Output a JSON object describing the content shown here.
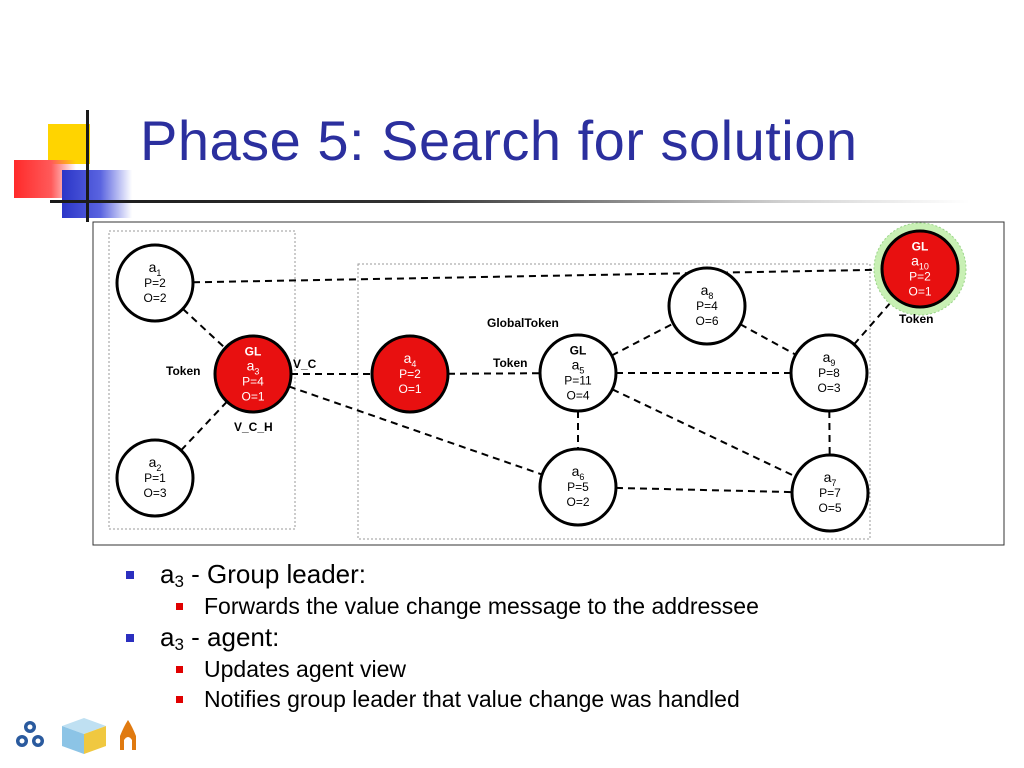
{
  "slide": {
    "title": "Phase 5: Search for solution"
  },
  "diagram": {
    "nodes": [
      {
        "id": "a1",
        "lines": [
          {
            "t": "a",
            "sub": "1"
          },
          {
            "t": "P=2"
          },
          {
            "t": "O=2"
          }
        ],
        "fill": "#ffffff"
      },
      {
        "id": "a2",
        "lines": [
          {
            "t": "a",
            "sub": "2"
          },
          {
            "t": "P=1"
          },
          {
            "t": "O=3"
          }
        ],
        "fill": "#ffffff"
      },
      {
        "id": "a3",
        "lines": [
          {
            "t": "GL",
            "bold": true
          },
          {
            "t": "a",
            "sub": "3"
          },
          {
            "t": "P=4"
          },
          {
            "t": "O=1"
          }
        ],
        "fill": "#e81010"
      },
      {
        "id": "a4",
        "lines": [
          {
            "t": "a",
            "sub": "4"
          },
          {
            "t": "P=2"
          },
          {
            "t": "O=1"
          }
        ],
        "fill": "#e81010"
      },
      {
        "id": "a5",
        "lines": [
          {
            "t": "GL",
            "bold": true
          },
          {
            "t": "a",
            "sub": "5"
          },
          {
            "t": "P=11"
          },
          {
            "t": "O=4"
          }
        ],
        "fill": "#ffffff"
      },
      {
        "id": "a6",
        "lines": [
          {
            "t": "a",
            "sub": "6"
          },
          {
            "t": "P=5"
          },
          {
            "t": "O=2"
          }
        ],
        "fill": "#ffffff"
      },
      {
        "id": "a7",
        "lines": [
          {
            "t": "a",
            "sub": "7"
          },
          {
            "t": "P=7"
          },
          {
            "t": "O=5"
          }
        ],
        "fill": "#ffffff"
      },
      {
        "id": "a8",
        "lines": [
          {
            "t": "a",
            "sub": "8"
          },
          {
            "t": "P=4"
          },
          {
            "t": "O=6"
          }
        ],
        "fill": "#ffffff"
      },
      {
        "id": "a9",
        "lines": [
          {
            "t": "a",
            "sub": "9"
          },
          {
            "t": "P=8"
          },
          {
            "t": "O=3"
          }
        ],
        "fill": "#ffffff"
      },
      {
        "id": "a10",
        "lines": [
          {
            "t": "GL",
            "bold": true
          },
          {
            "t": "a",
            "sub": "10"
          },
          {
            "t": "P=2"
          },
          {
            "t": "O=1"
          }
        ],
        "fill": "#e81010",
        "halo": true
      }
    ],
    "edges": [
      [
        "a1",
        "a3"
      ],
      [
        "a2",
        "a3"
      ],
      [
        "a1",
        "a10"
      ],
      [
        "a3",
        "a4"
      ],
      [
        "a3",
        "a6"
      ],
      [
        "a4",
        "a5"
      ],
      [
        "a5",
        "a8"
      ],
      [
        "a5",
        "a9"
      ],
      [
        "a5",
        "a6"
      ],
      [
        "a5",
        "a7"
      ],
      [
        "a6",
        "a7"
      ],
      [
        "a8",
        "a9"
      ],
      [
        "a9",
        "a7"
      ],
      [
        "a9",
        "a10"
      ]
    ],
    "labels": {
      "token_a3": "Token",
      "v_c": "V_C",
      "v_c_h": "V_C_H",
      "global_token": "GlobalToken",
      "token_a5": "Token",
      "token_a10": "Token"
    }
  },
  "bullets": [
    {
      "level": 1,
      "pre": "a",
      "sub": "3",
      "text": " - Group leader:"
    },
    {
      "level": 2,
      "text": "Forwards the value change message to the addressee"
    },
    {
      "level": 1,
      "pre": "a",
      "sub": "3",
      "text": " - agent:"
    },
    {
      "level": 2,
      "text": "Updates agent view"
    },
    {
      "level": 2,
      "text": "Notifies group leader that value change was handled"
    }
  ],
  "colors": {
    "title": "#2b2f9e",
    "leader_node": "#e81010",
    "halo": "#c8f0b4",
    "bullet_l1": "#2b2fbf",
    "bullet_l2": "#e00000"
  }
}
